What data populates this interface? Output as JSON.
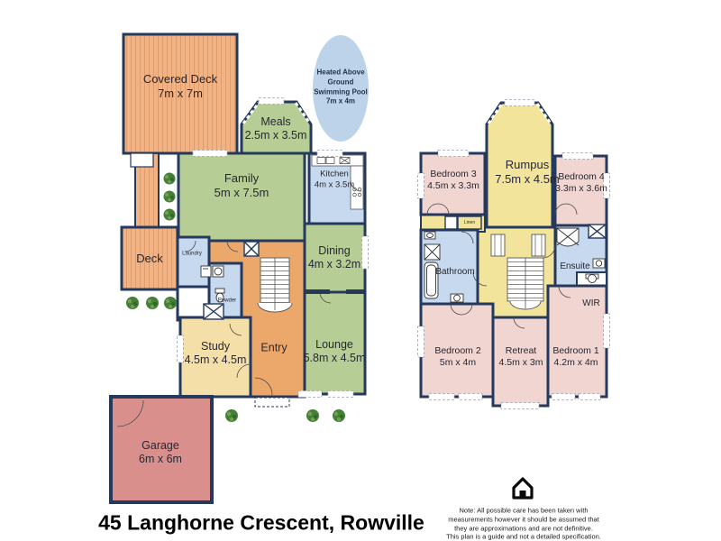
{
  "title": "45 Langhorne Crescent, Rowville",
  "disclaimer": {
    "line1": "Note: All possible care has been taken with",
    "line2": "measurements however it should be assumed that",
    "line3": "they are approximations and are not definitive.",
    "line4": "This plan is a guide and not a detailed specification."
  },
  "pool": {
    "line1": "Heated Above",
    "line2": "Ground",
    "line3": "Swimming Pool",
    "line4": "7m x 4m"
  },
  "ground": {
    "covered_deck": {
      "name": "Covered Deck",
      "dims": "7m x 7m"
    },
    "meals": {
      "name": "Meals",
      "dims": "2.5m x 3.5m"
    },
    "family": {
      "name": "Family",
      "dims": "5m x 7.5m"
    },
    "kitchen": {
      "name": "Kitchen",
      "dims": "4m x 3.5m"
    },
    "deck": {
      "name": "Deck"
    },
    "dining": {
      "name": "Dining",
      "dims": "4m x 3.2m"
    },
    "laundry": {
      "name": "Laundry"
    },
    "powder": {
      "name": "Powder"
    },
    "study": {
      "name": "Study",
      "dims": "4.5m x 4.5m"
    },
    "entry": {
      "name": "Entry"
    },
    "lounge": {
      "name": "Lounge",
      "dims": "5.8m x 4.5m"
    },
    "garage": {
      "name": "Garage",
      "dims": "6m x 6m"
    }
  },
  "upper": {
    "rumpus": {
      "name": "Rumpus",
      "dims": "7.5m x 4.5m"
    },
    "bedroom3": {
      "name": "Bedroom 3",
      "dims": "4.5m x 3.3m"
    },
    "bedroom4": {
      "name": "Bedroom 4",
      "dims": "3.3m x 3.6m"
    },
    "linen": {
      "name": "Linen"
    },
    "bathroom": {
      "name": "Bathroom"
    },
    "ensuite": {
      "name": "Ensuite"
    },
    "wir": {
      "name": "WIR"
    },
    "bedroom2": {
      "name": "Bedroom 2",
      "dims": "5m x 4m"
    },
    "retreat": {
      "name": "Retreat",
      "dims": "4.5m x 3m"
    },
    "bedroom1": {
      "name": "Bedroom 1",
      "dims": "4.2m x 4m"
    }
  },
  "colors": {
    "wall": "#24395C",
    "living_green": "#B6CE95",
    "wet_area_blue": "#C7D9EE",
    "deck_orange": "#F2B384",
    "entry_orange": "#ECA76B",
    "study_tan": "#F4DFA9",
    "garage_red": "#D9908C",
    "rumpus_yellow": "#F2E49B",
    "bedroom_pink": "#F0D5D0",
    "pool_blue": "#BDD3EA"
  }
}
